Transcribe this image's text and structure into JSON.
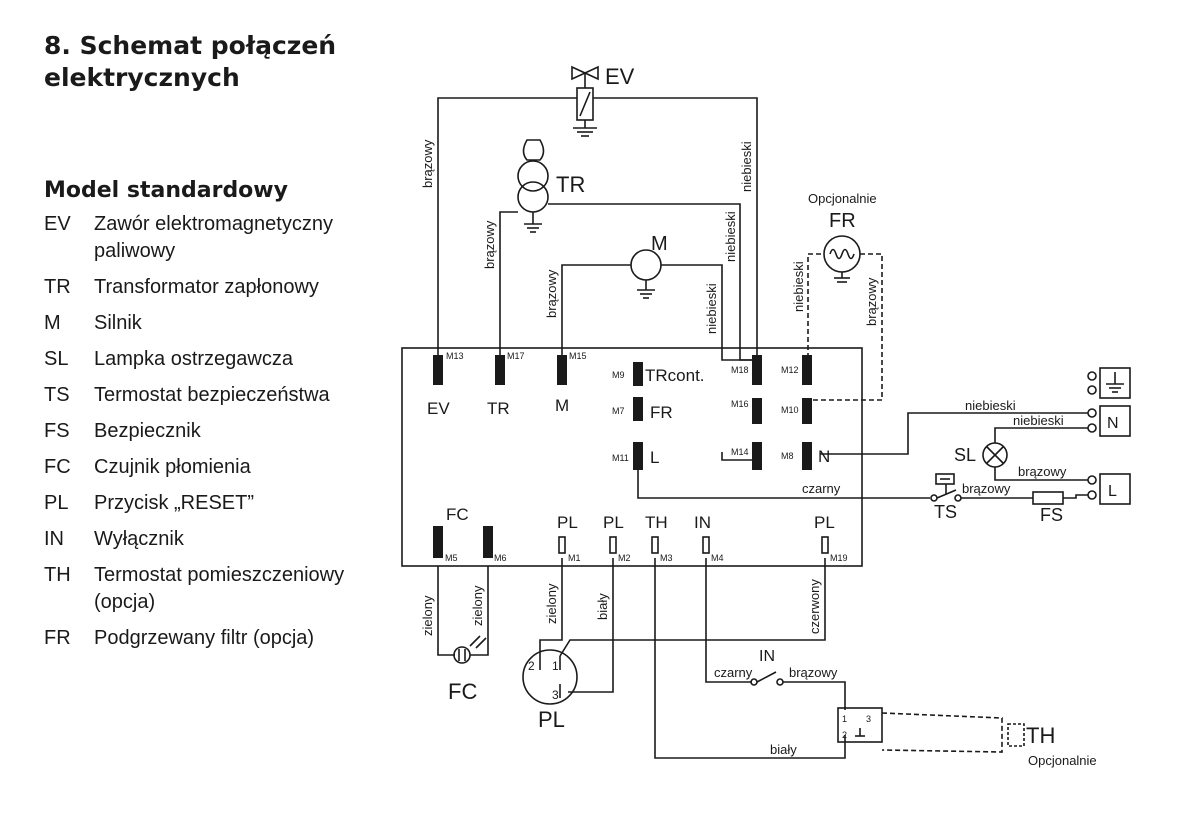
{
  "header": {
    "title_line1": "8. Schemat  połączeń",
    "title_line2": "elektrycznych"
  },
  "legend": {
    "heading": "Model standardowy",
    "items": [
      {
        "code": "EV",
        "desc": "Zawór elektromagnetyczny paliwowy"
      },
      {
        "code": "TR",
        "desc": "Transformator zapłonowy"
      },
      {
        "code": "M",
        "desc": "Silnik"
      },
      {
        "code": "SL",
        "desc": "Lampka ostrzegawcza"
      },
      {
        "code": "TS",
        "desc": "Termostat bezpieczeństwa"
      },
      {
        "code": "FS",
        "desc": "Bezpiecznik"
      },
      {
        "code": "FC",
        "desc": "Czujnik płomienia"
      },
      {
        "code": "PL",
        "desc": "Przycisk „RESET”"
      },
      {
        "code": "IN",
        "desc": "Wyłącznik"
      },
      {
        "code": "TH",
        "desc": "Termostat pomieszczeniowy (opcja)"
      },
      {
        "code": "FR",
        "desc": "Podgrzewany filtr (opcja)"
      }
    ]
  },
  "diagram": {
    "components": {
      "ev": "EV",
      "tr": "TR",
      "m": "M",
      "fr": "FR",
      "sl": "SL",
      "ts": "TS",
      "fs": "FS",
      "fc": "FC",
      "pl": "PL",
      "in": "IN",
      "th": "TH",
      "n": "N",
      "l": "L"
    },
    "optional_fr": "Opcjonalnie",
    "optional_th": "Opcjonalnie",
    "board": {
      "terminals": [
        "M13",
        "M17",
        "M15",
        "M9",
        "M18",
        "M12",
        "M7",
        "M16",
        "M10",
        "M11",
        "M14",
        "M8",
        "M5",
        "M6",
        "M1",
        "M2",
        "M3",
        "M4",
        "M19"
      ],
      "labels": {
        "ev": "EV",
        "tr": "TR",
        "m": "M",
        "trcont": "TRcont.",
        "fr": "FR",
        "l": "L",
        "n": "N",
        "fc": "FC",
        "pl1": "PL",
        "pl2": "PL",
        "th": "TH",
        "in": "IN",
        "pl3": "PL"
      }
    },
    "wires": {
      "brazowy": "brązowy",
      "niebieski": "niebieski",
      "czarny": "czarny",
      "zielony": "zielony",
      "bialy": "biały",
      "czerwony": "czerwony"
    },
    "pl_pins": [
      "2",
      "1",
      "3"
    ],
    "th_pins": [
      "1",
      "3",
      "2"
    ]
  },
  "colors": {
    "ink": "#1a1a1a",
    "paper": "#ffffff"
  }
}
